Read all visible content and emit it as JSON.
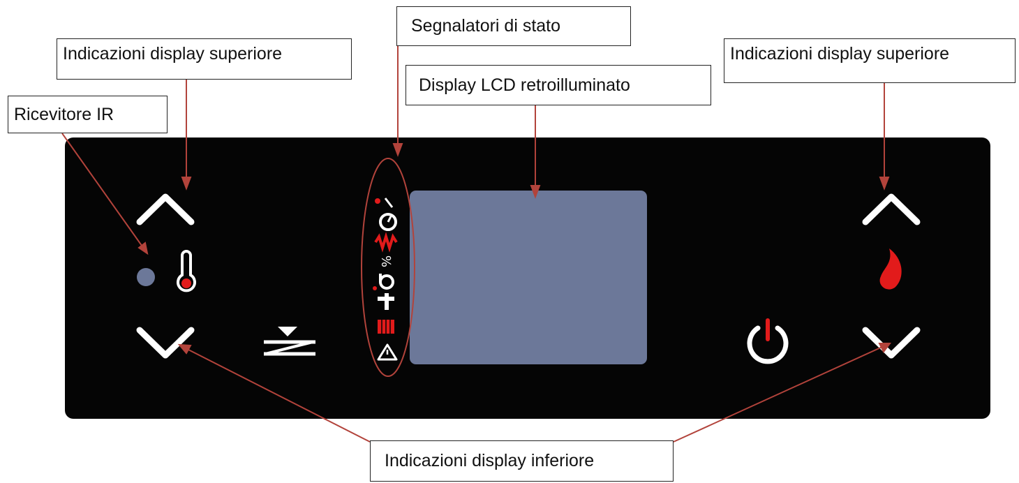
{
  "labels": {
    "ir_receiver": "Ricevitore IR",
    "upper_left": "Indicazioni display superiore",
    "status_indicators": "Segnalatori di stato",
    "lcd": "Display LCD retroilluminato",
    "upper_right": "Indicazioni display superiore",
    "lower": "Indicazioni display inferiore"
  },
  "icons": {
    "up_left": "chevron-up-icon",
    "down_left": "chevron-down-icon",
    "ir_dot": "ir-receiver-dot",
    "thermometer": "thermometer-icon",
    "reset": "reset-icon",
    "status_column": "status-indicator-icons",
    "power": "power-icon",
    "flame": "flame-icon",
    "up_right": "chevron-up-icon",
    "down_right": "chevron-down-icon"
  },
  "colors": {
    "panel": "#050505",
    "lcd": "#6c7899",
    "callout_line": "#b2433b",
    "accent_red": "#e21b1b",
    "ir_dot": "#6c7899",
    "icon_white": "#ffffff"
  }
}
